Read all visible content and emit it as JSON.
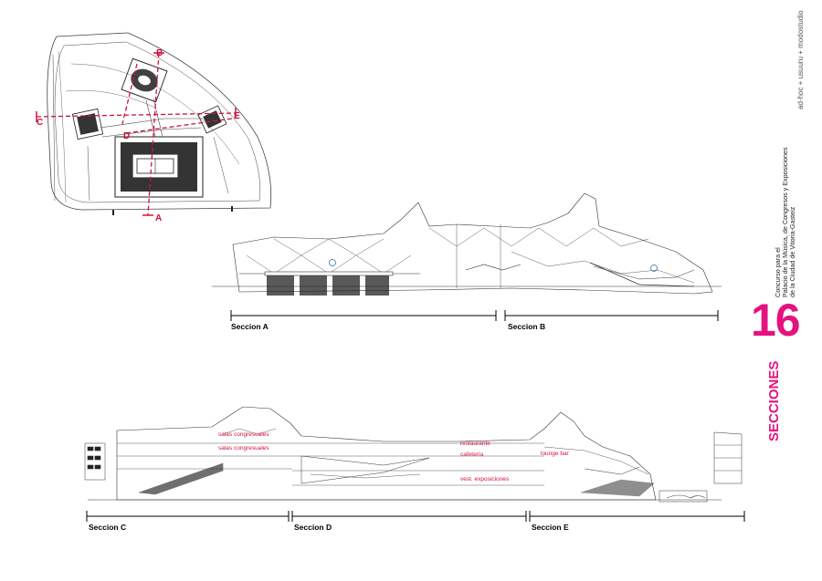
{
  "sheet": {
    "number": "16",
    "title": "SECCIONES",
    "credits": "ad-hoc + usuuru + modostudio",
    "project_lines": [
      "Concurso para el",
      "Palacio de la Música, de Congresos y Exposiciones",
      "de la Ciudad de Vitoria-Gasteiz"
    ]
  },
  "plan_markers": [
    "A",
    "B",
    "C",
    "D",
    "E"
  ],
  "sections": [
    {
      "label": "Seccion A"
    },
    {
      "label": "Seccion B"
    },
    {
      "label": "Seccion C"
    },
    {
      "label": "Seccion D"
    },
    {
      "label": "Seccion E"
    }
  ],
  "room_labels": [
    "salas congresuales",
    "salas congresuales",
    "restaurante",
    "cafetería",
    "vest. exposiciones",
    "lounge bar"
  ],
  "colors": {
    "accent": "#e5127e",
    "cut_line": "#d0123a",
    "drawing": "#333333"
  }
}
